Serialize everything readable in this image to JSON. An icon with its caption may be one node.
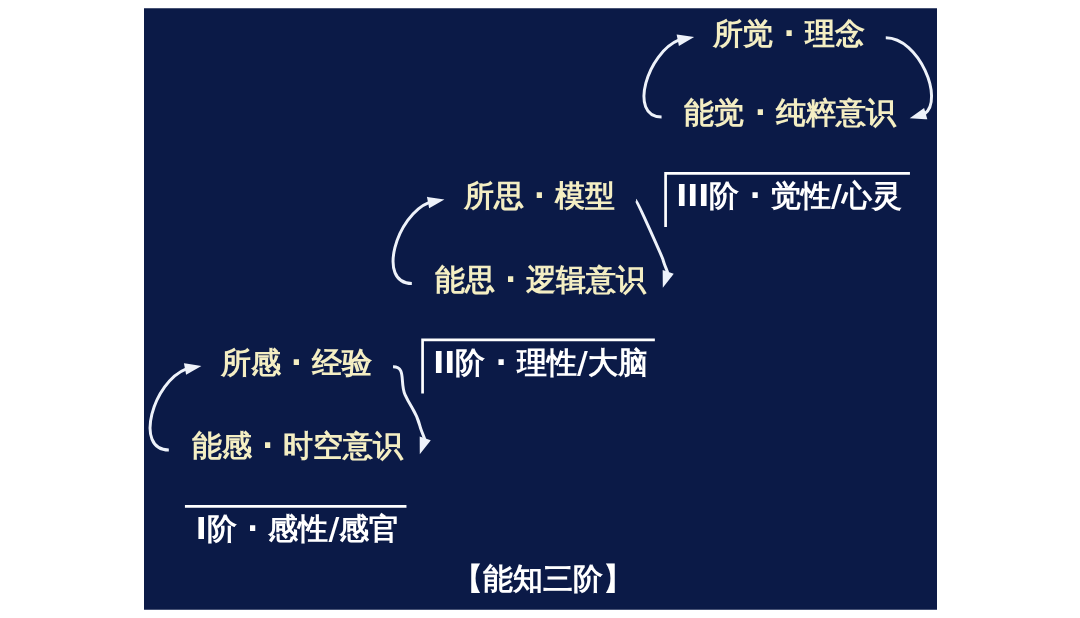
{
  "diagram": {
    "caption": "【能知三阶】",
    "nodes": [
      {
        "text": [
          "所感 · 经验"
        ]
      },
      {
        "text": [
          "能感 · 时空意识"
        ]
      },
      {
        "text": [
          "所思 · 模型"
        ]
      },
      {
        "text": [
          "能思 · 逻辑意识"
        ]
      },
      {
        "text": [
          "所觉 · 理念"
        ]
      },
      {
        "text": [
          "能觉 · 纯粹意识"
        ]
      }
    ],
    "edges": [
      {
        "from": 1,
        "to": 0,
        "arrow": "to"
      },
      {
        "from": 0,
        "to": 1,
        "arrow": "to"
      },
      {
        "from": 3,
        "to": 2,
        "arrow": "to"
      },
      {
        "from": 2,
        "to": 3,
        "arrow": "to"
      },
      {
        "from": 5,
        "to": 4,
        "arrow": "to"
      },
      {
        "from": 4,
        "to": 5,
        "arrow": "to"
      }
    ],
    "labels": [
      "I阶 · 感性/感官",
      "II阶 · 理性/大脑",
      "III阶 · 觉性/心灵"
    ]
  }
}
